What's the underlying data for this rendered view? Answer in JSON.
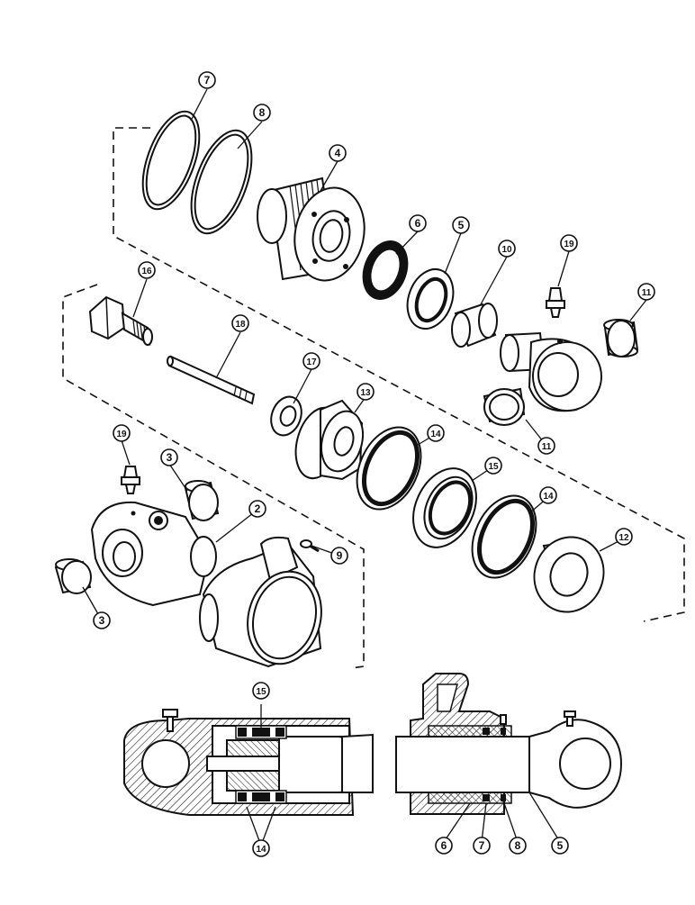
{
  "callouts": [
    {
      "id": "c7a",
      "label": "7"
    },
    {
      "id": "c8a",
      "label": "8"
    },
    {
      "id": "c4",
      "label": "4"
    },
    {
      "id": "c6a",
      "label": "6"
    },
    {
      "id": "c5a",
      "label": "5"
    },
    {
      "id": "c10",
      "label": "10"
    },
    {
      "id": "c19a",
      "label": "19"
    },
    {
      "id": "c11a",
      "label": "11"
    },
    {
      "id": "c16",
      "label": "16"
    },
    {
      "id": "c18",
      "label": "18"
    },
    {
      "id": "c17",
      "label": "17"
    },
    {
      "id": "c13",
      "label": "13"
    },
    {
      "id": "c11b",
      "label": "11"
    },
    {
      "id": "c19b",
      "label": "19"
    },
    {
      "id": "c3a",
      "label": "3"
    },
    {
      "id": "c2",
      "label": "2"
    },
    {
      "id": "c14a",
      "label": "14"
    },
    {
      "id": "c15a",
      "label": "15"
    },
    {
      "id": "c14b",
      "label": "14"
    },
    {
      "id": "c9",
      "label": "9"
    },
    {
      "id": "c12",
      "label": "12"
    },
    {
      "id": "c3b",
      "label": "3"
    },
    {
      "id": "c15b",
      "label": "15"
    },
    {
      "id": "c14c",
      "label": "14"
    },
    {
      "id": "c6b",
      "label": "6"
    },
    {
      "id": "c7b",
      "label": "7"
    },
    {
      "id": "c8b",
      "label": "8"
    },
    {
      "id": "c5b",
      "label": "5"
    }
  ]
}
